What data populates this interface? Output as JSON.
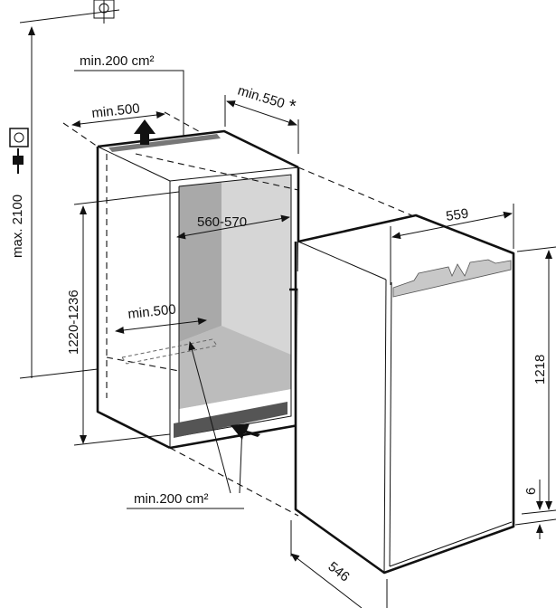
{
  "title": "Built-in refrigerator installation dimensions",
  "units": "mm",
  "niche": {
    "max_height_label": "max. 2100",
    "niche_height_label": "1220-1236",
    "niche_width_label": "560-570",
    "depth_label": "min.550",
    "depth_note_mark": "*",
    "top_vent_depth_label": "min.500",
    "top_vent_area_label": "min.200 cm²",
    "bottom_vent_depth_label": "min.500",
    "bottom_vent_area_label": "min.200 cm²"
  },
  "appliance": {
    "width_label": "559",
    "height_label": "1218",
    "gap_label": "6",
    "depth_label": "546"
  },
  "icons": [
    "socket-icon",
    "plug-icon",
    "water-connection-icon",
    "airflow-arrow-icon"
  ],
  "colors": {
    "line": "#111111",
    "interior_dark": "#a9a9a9",
    "interior_light": "#d6d6d6",
    "handle": "#c8c8c8"
  }
}
